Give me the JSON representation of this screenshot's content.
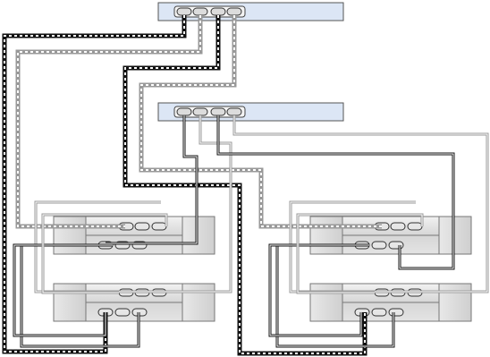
{
  "diagram": {
    "type": "cabling-diagram",
    "controllers": [
      {
        "id": "controller-top",
        "ports": 4
      },
      {
        "id": "controller-bottom",
        "ports": 4
      }
    ],
    "shelves": [
      {
        "id": "shelf-left-top",
        "io_modules": 2
      },
      {
        "id": "shelf-left-bottom",
        "io_modules": 2
      },
      {
        "id": "shelf-right-top",
        "io_modules": 2
      },
      {
        "id": "shelf-right-bottom",
        "io_modules": 2
      }
    ],
    "cable_styles": [
      "solid-black",
      "solid-gray",
      "dashed-black",
      "dashed-gray"
    ],
    "colors": {
      "controller_fill": "#dce6f5",
      "controller_stroke": "#555555",
      "shelf_fill": "#d9d9d9",
      "shelf_light": "#ececec",
      "cable_black": "#111111",
      "cable_gray": "#a8a8a8"
    }
  }
}
